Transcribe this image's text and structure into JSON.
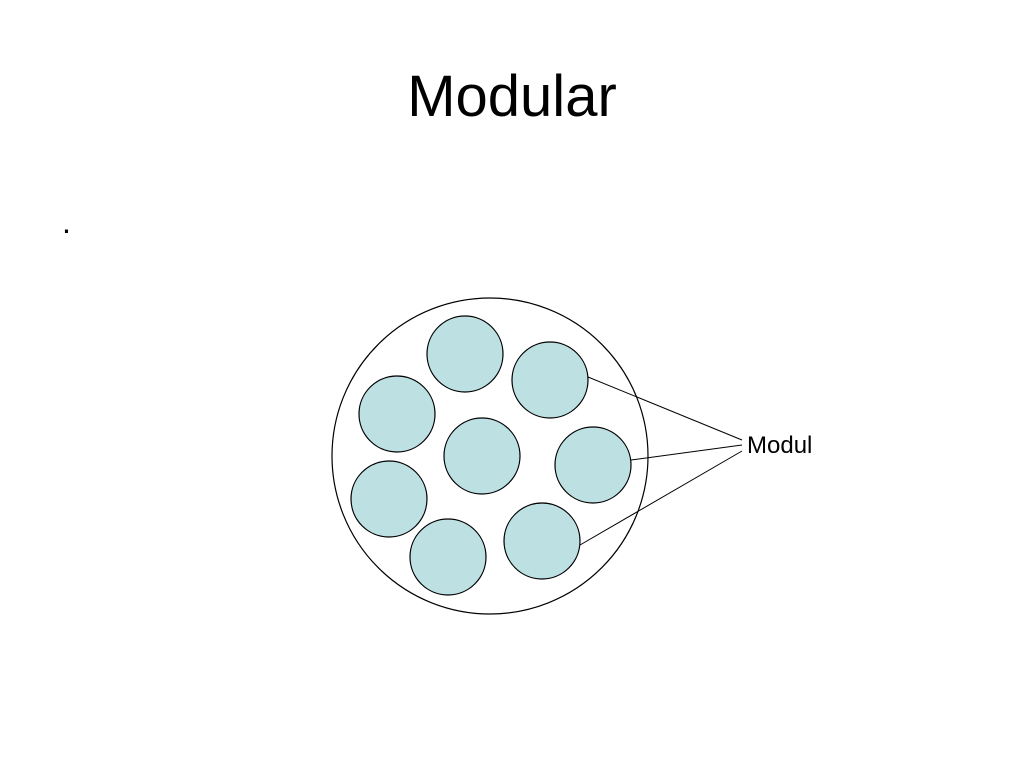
{
  "slide": {
    "title": "Modular",
    "bullet": "."
  },
  "diagram": {
    "module_label": "Modul",
    "module_count": 8,
    "colors": {
      "module_fill": "#bde0e3",
      "stroke": "#000000",
      "background": "#ffffff"
    }
  }
}
